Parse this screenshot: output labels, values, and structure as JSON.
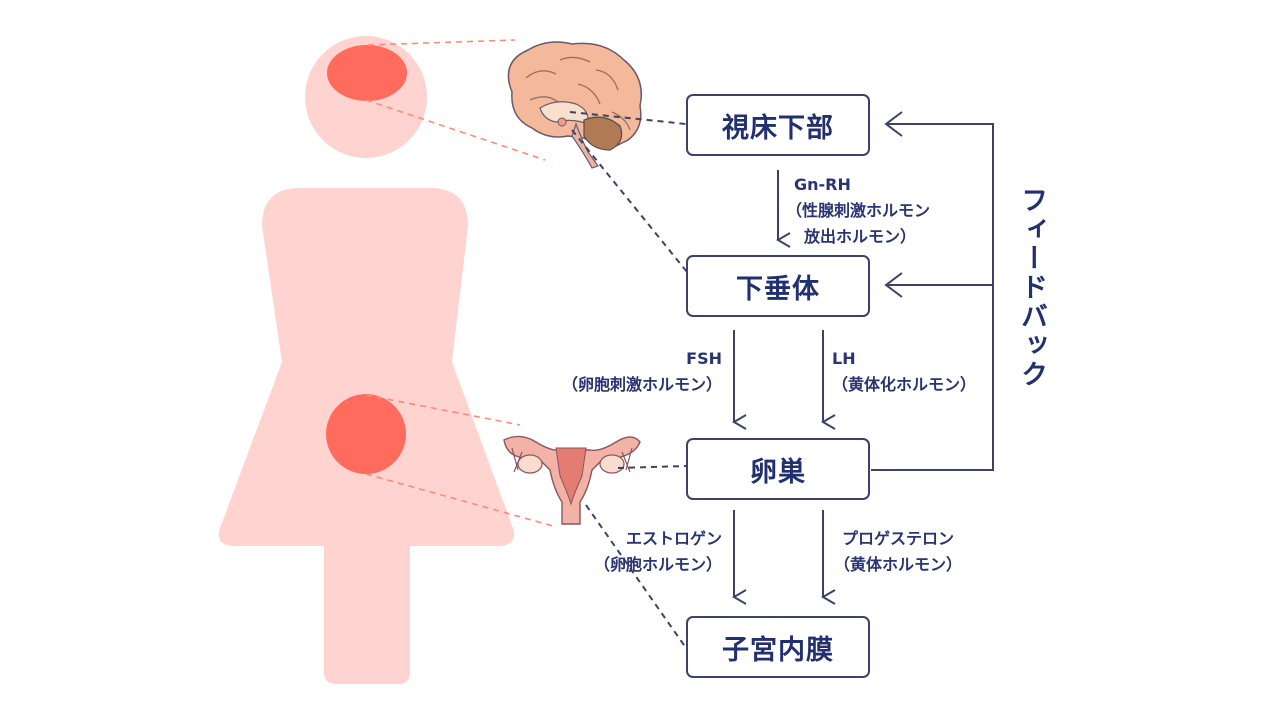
{
  "diagram": {
    "nodes": {
      "hypothalamus": "視床下部",
      "pituitary": "下垂体",
      "ovary": "卵巣",
      "endometrium": "子宮内膜"
    },
    "edges": {
      "gnrh": {
        "line1": "Gn-RH",
        "line2": "（性腺刺激ホルモン",
        "line3": "放出ホルモン）"
      },
      "fsh": {
        "line1": "FSH",
        "line2": "（卵胞刺激ホルモン）"
      },
      "lh": {
        "line1": "LH",
        "line2": "（黄体化ホルモン）"
      },
      "estrogen": {
        "line1": "エストロゲン",
        "line2": "（卵胞ホルモン）"
      },
      "progesterone": {
        "line1": "プロゲステロン",
        "line2": "（黄体ホルモン）"
      }
    },
    "feedback_label": "フィードバック"
  },
  "colors": {
    "figure": "#ffd3d0",
    "highlight": "#ff6c5e",
    "line": "#3d4268",
    "text": "#233070",
    "leader_red": "#ff8a78"
  },
  "icons": {
    "head_organ": "brain-illustration",
    "pelvis_organ": "uterus-illustration"
  }
}
